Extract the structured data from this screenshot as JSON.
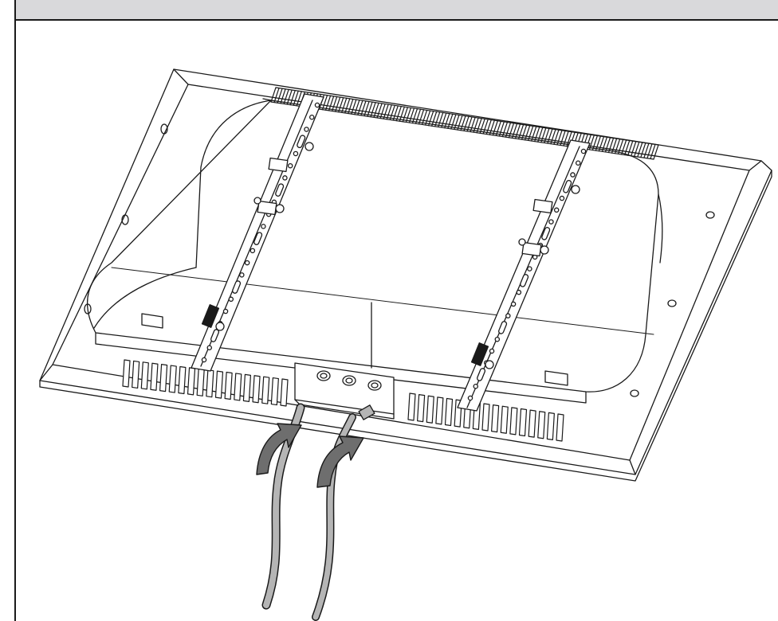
{
  "header": {
    "title": ""
  },
  "illustration": {
    "subject": "tv-rear-with-tilt-wall-plate-arms",
    "arrows": 2,
    "cables": [
      "power-cable",
      "av-cable"
    ],
    "colors": {
      "line": "#1a1a1a",
      "fill": "#ffffff",
      "cable": "#b5b5b5",
      "arrow": "#6e6e6e",
      "band": "#d9d9db"
    }
  }
}
